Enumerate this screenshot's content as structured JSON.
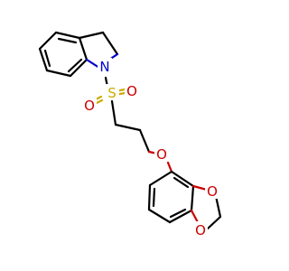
{
  "atoms": {
    "n1": {
      "symbol": "N",
      "color": "#0000cc"
    },
    "s1": {
      "symbol": "S",
      "color": "#ccaa00"
    },
    "o_s_right": {
      "symbol": "O",
      "color": "#cc0000"
    },
    "o_s_left": {
      "symbol": "O",
      "color": "#cc0000"
    },
    "o_ether": {
      "symbol": "O",
      "color": "#cc0000"
    },
    "o_diox_top": {
      "symbol": "O",
      "color": "#cc0000"
    },
    "o_diox_bottom": {
      "symbol": "O",
      "color": "#cc0000"
    }
  }
}
